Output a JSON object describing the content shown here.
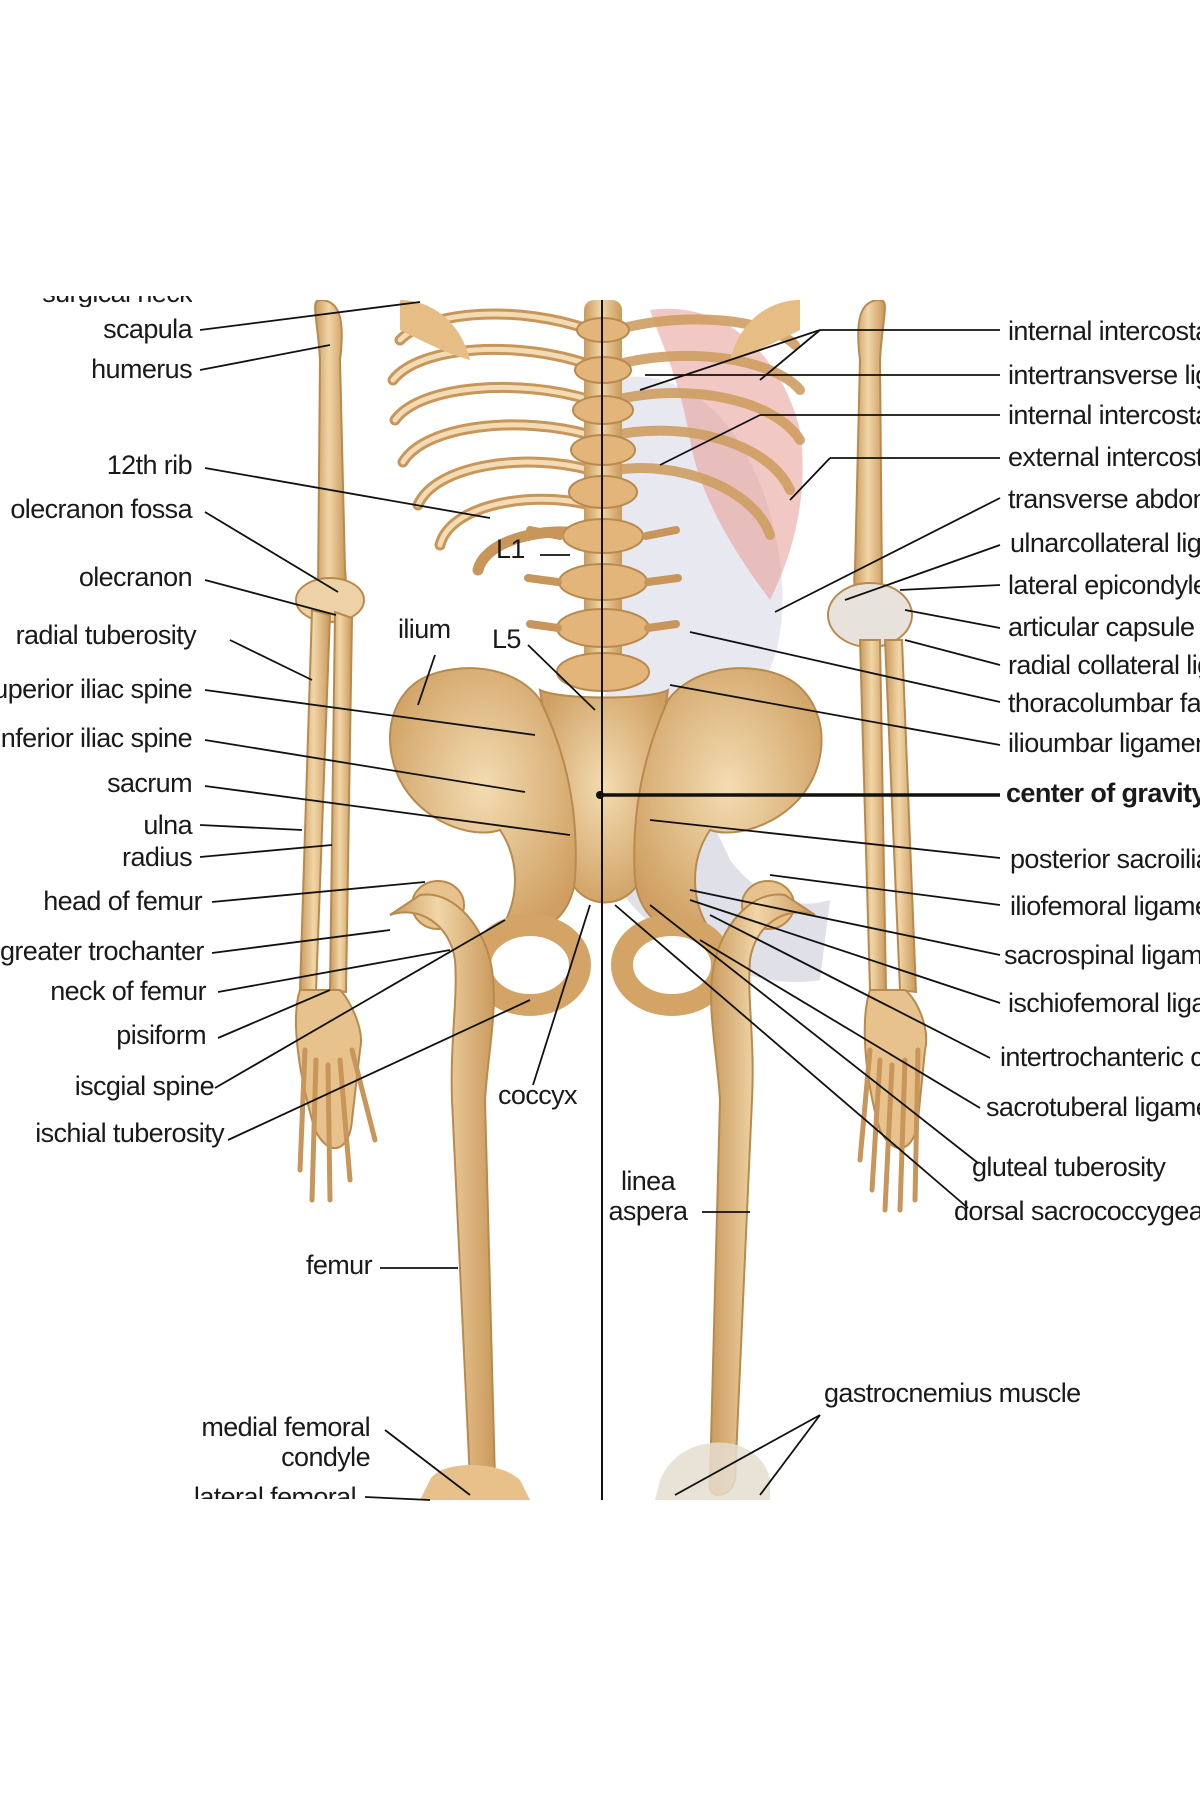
{
  "colors": {
    "bone": "#e7c08a",
    "bone_light": "#f3dcb4",
    "bone_dark": "#b98a4e",
    "ligament": "#dfe0e8",
    "muscle": "#e28a86",
    "line": "#111111",
    "text": "#1a1a1a"
  },
  "labels": {
    "surgical_neck": "surgical neck",
    "scapula": "scapula",
    "humerus": "humerus",
    "rib12": "12th rib",
    "olecranon_fossa": "olecranon fossa",
    "olecranon": "olecranon",
    "radial_tuberosity": "radial tuberosity",
    "superior_iliac_spine": "superior iliac spine",
    "inferior_iliac_spine": "r inferior iliac spine",
    "sacrum": "sacrum",
    "ulna": "ulna",
    "radius": "radius",
    "head_of_femur": "head of femur",
    "greater_trochanter": "greater trochanter",
    "neck_of_femur": "neck of femur",
    "pisiform": "pisiform",
    "iscgial_spine": "iscgial spine",
    "ischial_tuberosity": "ischial tuberosity",
    "femur": "femur",
    "medial_femoral_condyle": "medial femoral\ncondyle",
    "lateral_femoral": "lateral femoral",
    "l1": "L1",
    "l5": "L5",
    "ilium": "ilium",
    "coccyx": "coccyx",
    "linea_aspera": "linea\naspera",
    "internal_intercostal_1": "internal intercostal",
    "intertransverse": "intertransverse liga",
    "internal_intercostal_2": "internal intercostal",
    "external_intercostal": "external intercosta",
    "transverse_abdominis": "transverse abdomi",
    "ulnar_collateral": "ulnarcollateral ligar",
    "lateral_epicondyle": "lateral epicondyle",
    "articular_capsule": "articular capsule",
    "radial_collateral": "radial collateral liga",
    "thoracolumbar": "thoracolumbar fas",
    "iliolumbar": "ilioumbar ligament",
    "center_of_gravity": "center of gravity",
    "posterior_sacroiliac": "posterior sacroiliac",
    "iliofemoral": "iliofemoral ligamer",
    "sacrospinal": "sacrospinal ligame",
    "ischiofemoral": "ischiofemoral ligan",
    "intertrochanteric": "intertrochanteric cre",
    "sacrotuberal": "sacrotuberal ligamer",
    "gluteal_tuberosity": "gluteal tuberosity",
    "dorsal_sacrococcygeal": "dorsal sacrococcygeal li",
    "gastrocnemius": "gastrocnemius muscle"
  }
}
